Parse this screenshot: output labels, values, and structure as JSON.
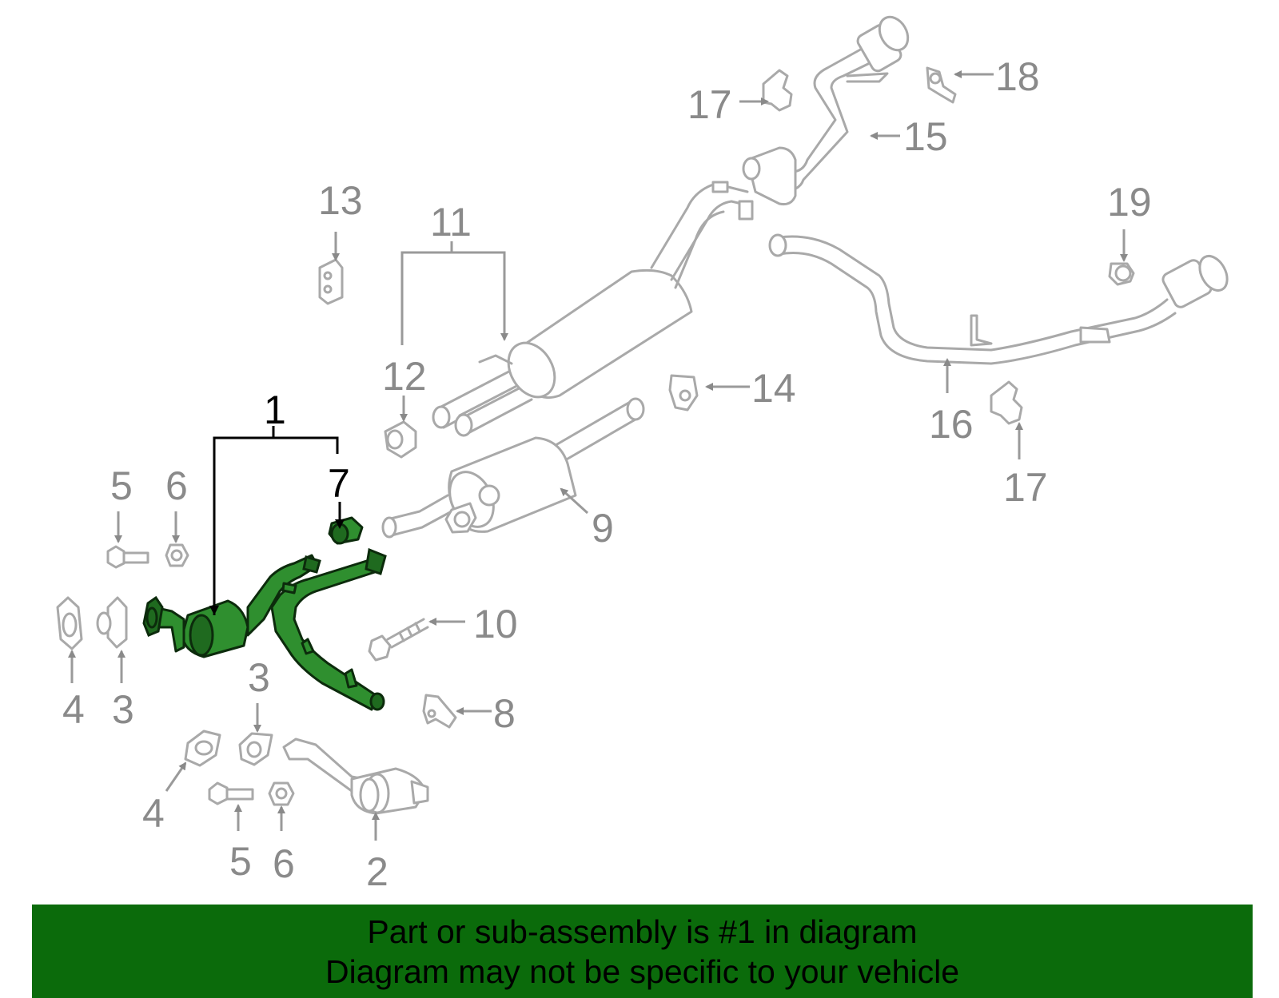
{
  "callouts": {
    "c1": "1",
    "c2": "2",
    "c3a": "3",
    "c3b": "3",
    "c4a": "4",
    "c4b": "4",
    "c5a": "5",
    "c5b": "5",
    "c6a": "6",
    "c6b": "6",
    "c7": "7",
    "c8": "8",
    "c9": "9",
    "c10": "10",
    "c11": "11",
    "c12": "12",
    "c13": "13",
    "c14": "14",
    "c15": "15",
    "c16": "16",
    "c17a": "17",
    "c17b": "17",
    "c18": "18",
    "c19": "19"
  },
  "highlight_part": "1",
  "colors": {
    "highlight": "#2f8f2f",
    "banner": "#0b6b0b",
    "line_art": "#a9a9a9"
  },
  "banner": {
    "line1": "Part or sub-assembly is #1 in diagram",
    "line2": "Diagram may not be specific to your vehicle"
  }
}
